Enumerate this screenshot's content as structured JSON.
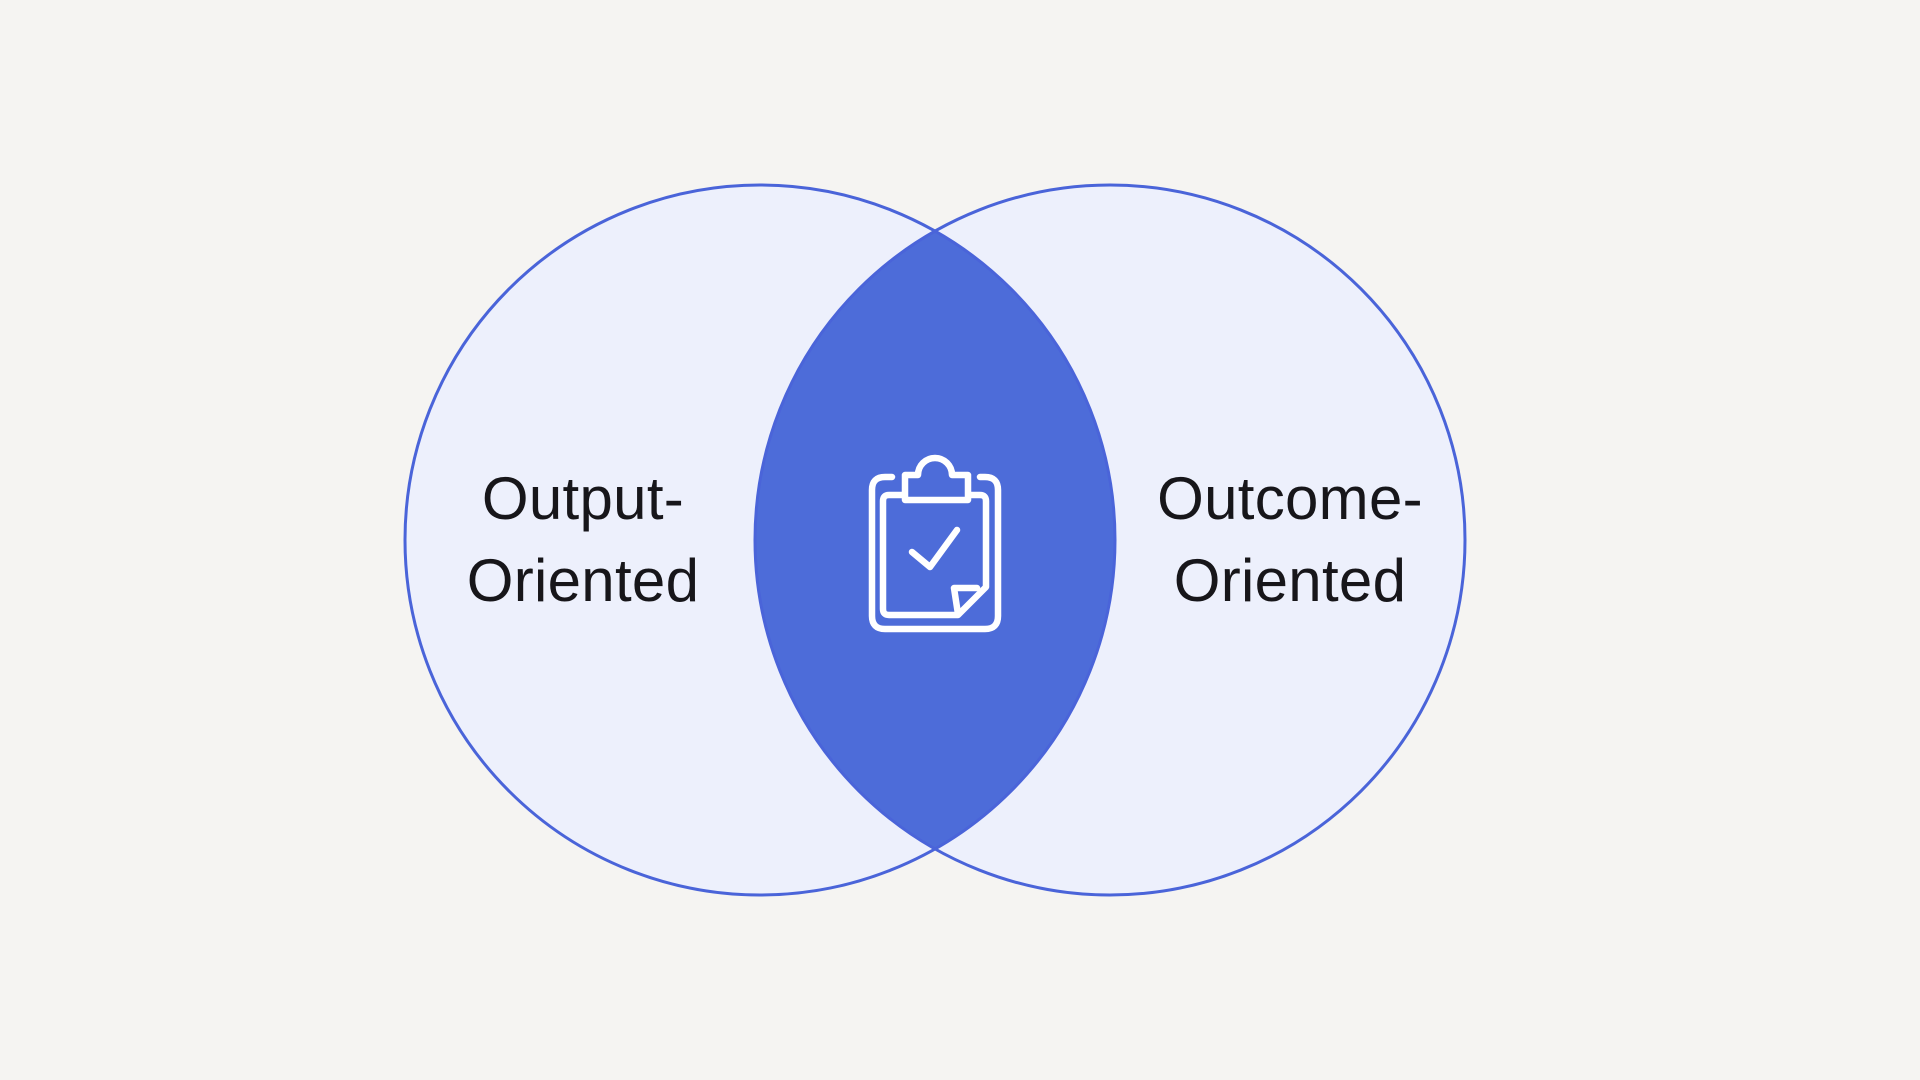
{
  "diagram": {
    "type": "venn-2-circle",
    "left": {
      "label_lines": [
        "Output-",
        "Oriented"
      ]
    },
    "right": {
      "label_lines": [
        "Outcome-",
        "Oriented"
      ]
    },
    "overlap": {
      "icon": "clipboard-check-icon"
    },
    "colors": {
      "background": "#F5F4F2",
      "circle_fill": "#EDF0FC",
      "circle_border": "#4A64D9",
      "overlap_fill": "#4D6CD9",
      "icon_stroke": "#FFFFFF",
      "label_text": "#17161A"
    }
  }
}
